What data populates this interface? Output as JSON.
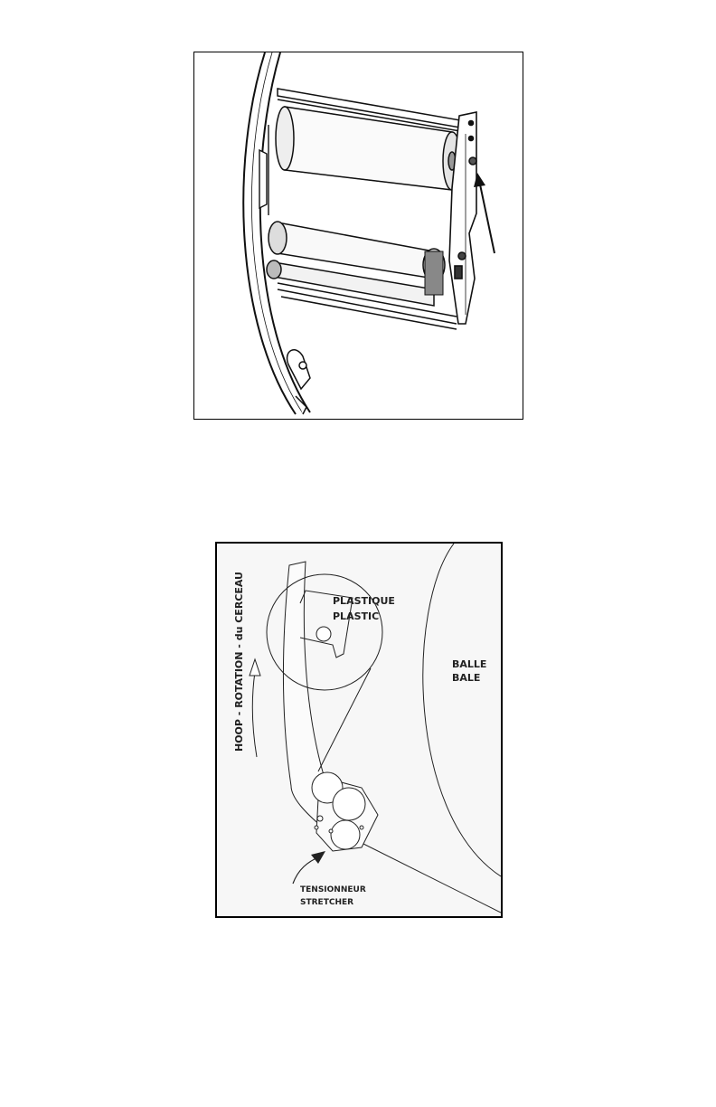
{
  "figure_top": {
    "arrow": "pointer-arrow"
  },
  "figure_bottom": {
    "plastic_label_fr": "PLASTIQUE",
    "plastic_label_en": "PLASTIC",
    "bale_label_fr": "BALLE",
    "bale_label_en": "BALE",
    "rotation_label": "HOOP - ROTATION - du CERCEAU",
    "stretcher_label_fr": "TENSIONNEUR",
    "stretcher_label_en": "STRETCHER"
  }
}
